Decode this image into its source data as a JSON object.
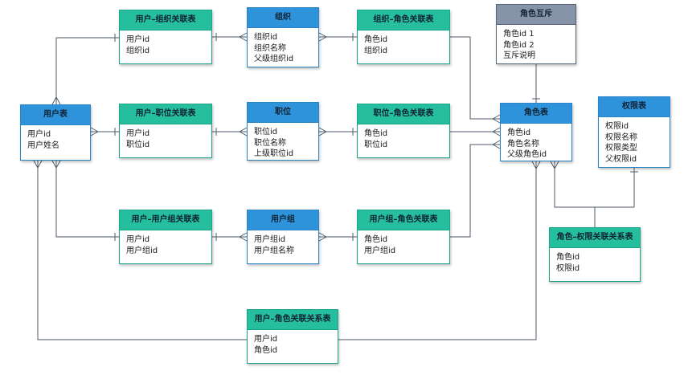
{
  "diagram": {
    "entities": [
      {
        "id": "user",
        "style": "blue",
        "title": "用户表",
        "fields": [
          "用户id",
          "用户姓名"
        ]
      },
      {
        "id": "user_org",
        "style": "teal",
        "title": "用户–组织关联表",
        "fields": [
          "用户id",
          "组织id"
        ]
      },
      {
        "id": "org",
        "style": "blue",
        "title": "组织",
        "fields": [
          "组织id",
          "组织名称",
          "父级组织id"
        ]
      },
      {
        "id": "org_role",
        "style": "teal",
        "title": "组织–角色关联表",
        "fields": [
          "角色id",
          "组织id"
        ]
      },
      {
        "id": "mutex",
        "style": "gray",
        "title": "角色互斥",
        "fields": [
          "角色id 1",
          "角色id 2",
          "互斥说明"
        ]
      },
      {
        "id": "user_pos",
        "style": "teal",
        "title": "用户–职位关联表",
        "fields": [
          "用户id",
          "职位id"
        ]
      },
      {
        "id": "position",
        "style": "blue",
        "title": "职位",
        "fields": [
          "职位id",
          "职位名称",
          "上级职位id"
        ]
      },
      {
        "id": "pos_role",
        "style": "teal",
        "title": "职位–角色关联表",
        "fields": [
          "角色id",
          "职位id"
        ]
      },
      {
        "id": "role",
        "style": "blue",
        "title": "角色表",
        "fields": [
          "角色id",
          "角色名称",
          "父级角色id"
        ]
      },
      {
        "id": "perm",
        "style": "blue",
        "title": "权限表",
        "fields": [
          "权限id",
          "权限名称",
          "权限类型",
          "父权限id"
        ]
      },
      {
        "id": "user_group",
        "style": "teal",
        "title": "用户–用户组关联表",
        "fields": [
          "用户id",
          "用户组id"
        ]
      },
      {
        "id": "group",
        "style": "blue",
        "title": "用户组",
        "fields": [
          "用户组id",
          "用户组名称"
        ]
      },
      {
        "id": "group_role",
        "style": "teal",
        "title": "用户组–角色关联表",
        "fields": [
          "角色id",
          "用户组id"
        ]
      },
      {
        "id": "role_perm",
        "style": "teal",
        "title": "角色–权限关联关系表",
        "fields": [
          "角色id",
          "权限id"
        ]
      },
      {
        "id": "user_role",
        "style": "teal",
        "title": "用户–角色关联关系表",
        "fields": [
          "用户id",
          "角色id"
        ]
      }
    ],
    "colors": {
      "entity_header": "#2e93db",
      "relation_header": "#25bf9e",
      "mutex_header": "#8793a8",
      "connector": "#4f5a66"
    }
  }
}
